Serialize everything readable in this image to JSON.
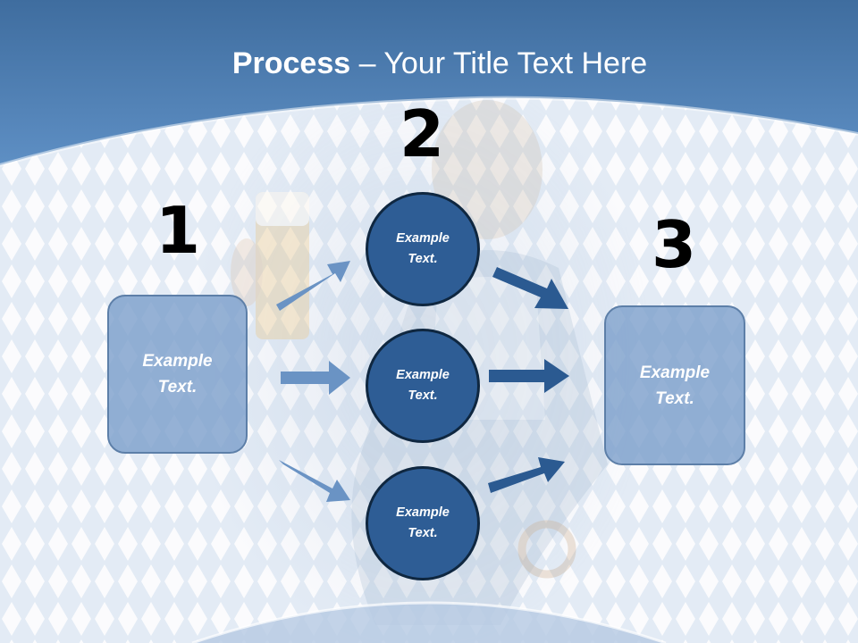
{
  "title": {
    "bold": "Process",
    "separator": " – ",
    "rest": "Your Title Text Here"
  },
  "stages": [
    {
      "number": "1"
    },
    {
      "number": "2"
    },
    {
      "number": "3"
    }
  ],
  "left_box": {
    "line1": "Example",
    "line2": "Text."
  },
  "circles": [
    {
      "line1": "Example",
      "line2": "Text."
    },
    {
      "line1": "Example",
      "line2": "Text."
    },
    {
      "line1": "Example",
      "line2": "Text."
    }
  ],
  "right_box": {
    "line1": "Example",
    "line2": "Text."
  },
  "colors": {
    "header_blue": "#4f7db0",
    "circle_fill": "#2e5d95",
    "box_fill": "#7d9fcb",
    "arrow_light": "#6a93c4",
    "arrow_dark": "#2b5a91"
  }
}
